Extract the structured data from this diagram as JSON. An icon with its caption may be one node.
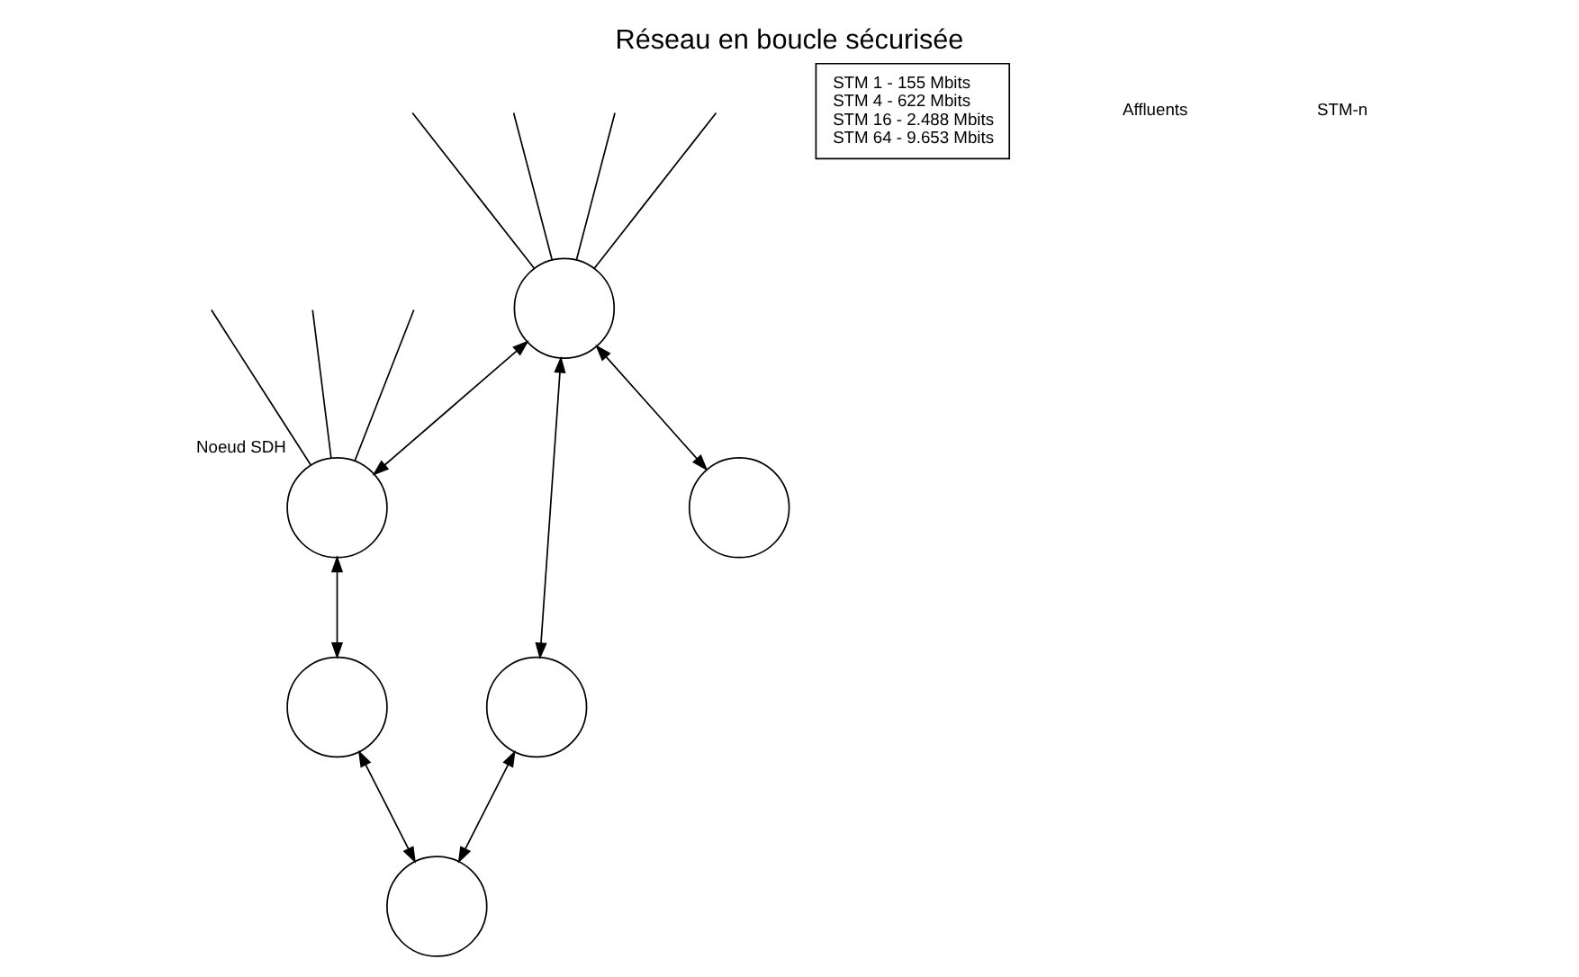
{
  "diagram": {
    "title": "Réseau en boucle sécurisée",
    "nodes": [
      {
        "text": [],
        "shape": "circle"
      },
      {
        "text": [],
        "shape": "circle",
        "beside": [
          "Noeud SDH"
        ]
      },
      {
        "text": [],
        "shape": "circle"
      },
      {
        "text": [],
        "shape": "circle"
      },
      {
        "text": [],
        "shape": "circle"
      },
      {
        "text": [],
        "shape": "circle"
      },
      {
        "text": [
          "STM 1 - 155 Mbits",
          "STM 4 - 622 Mbits",
          "STM 16 - 2.488 Mbits",
          "STM 64 - 9.653 Mbits"
        ]
      }
    ],
    "edges": [
      {
        "from": null,
        "to": 0,
        "arrow": "none"
      },
      {
        "from": null,
        "to": 0,
        "arrow": "none"
      },
      {
        "from": null,
        "to": 0,
        "arrow": "none"
      },
      {
        "from": null,
        "to": 0,
        "arrow": "none"
      },
      {
        "from": null,
        "to": 1,
        "arrow": "none"
      },
      {
        "from": null,
        "to": 1,
        "arrow": "none"
      },
      {
        "from": null,
        "to": 1,
        "arrow": "none"
      },
      {
        "from": 0,
        "to": 1,
        "arrow": "both"
      },
      {
        "from": 0,
        "to": 2,
        "arrow": "both"
      },
      {
        "from": 0,
        "to": 3,
        "arrow": "both"
      },
      {
        "from": 1,
        "to": 4,
        "arrow": "both"
      },
      {
        "from": 2,
        "to": 5,
        "arrow": "both"
      },
      {
        "from": 4,
        "to": 5,
        "arrow": "both"
      }
    ],
    "labels": [
      "Affluents",
      "STM-n"
    ]
  }
}
